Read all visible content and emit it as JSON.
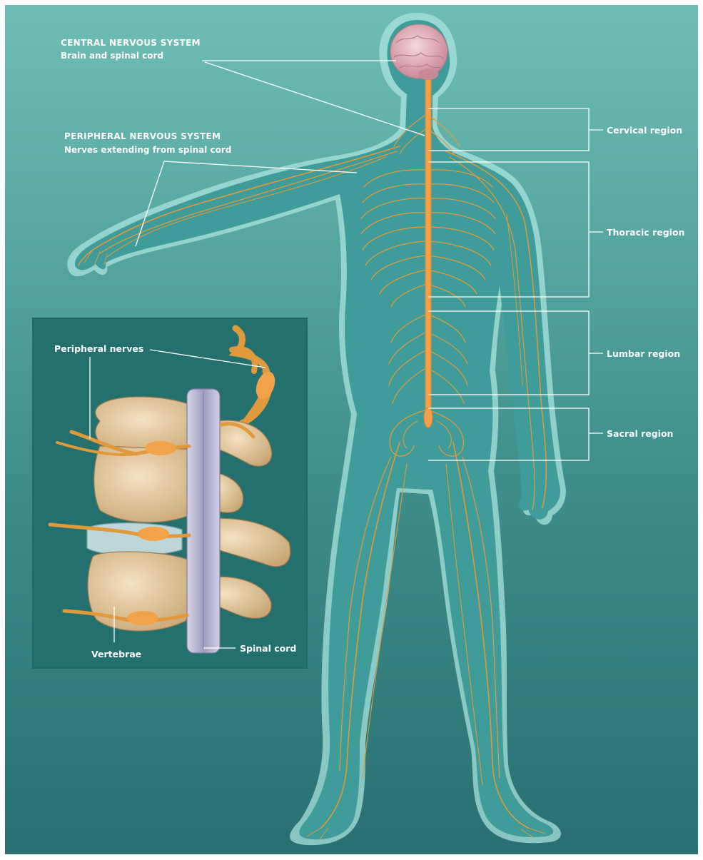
{
  "labels": {
    "cns_title": "CENTRAL NERVOUS SYSTEM",
    "cns_sub": "Brain and spinal cord",
    "pns_title": "PERIPHERAL NERVOUS SYSTEM",
    "pns_sub": "Nerves extending from spinal cord"
  },
  "regions": {
    "cervical": "Cervical region",
    "thoracic": "Thoracic region",
    "lumbar": "Lumbar region",
    "sacral": "Sacral region"
  },
  "inset": {
    "peripheral_nerves": "Peripheral nerves",
    "vertebrae": "Vertebrae",
    "spinal_cord": "Spinal cord"
  },
  "colors": {
    "background_top": "#6fbdb6",
    "background_bottom": "#2a6f72",
    "body_fill": "#3f9c9a",
    "body_glow": "#a9e3dd",
    "nerve": "#e09a3c",
    "spinal_cord": "#f0a04a",
    "brain": "#e8b8c2",
    "inset_bg": "#23706f",
    "bone": "#e9d1a6",
    "cord_tube": "#b9b7cf"
  }
}
